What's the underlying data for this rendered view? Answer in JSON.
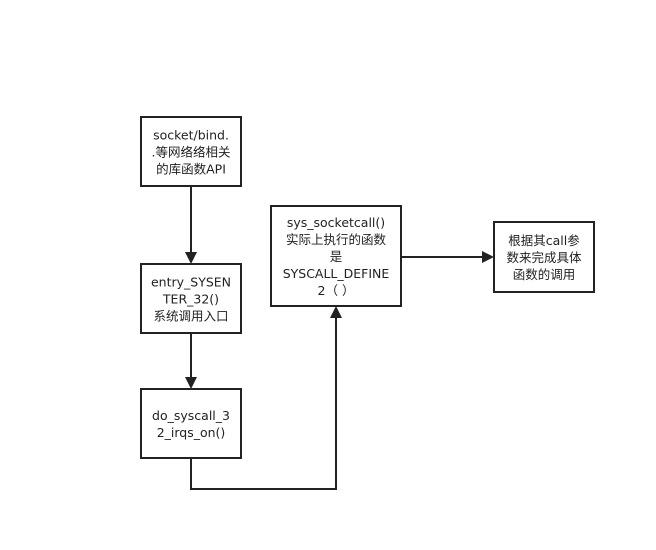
{
  "diagram": {
    "type": "flowchart",
    "nodes": [
      {
        "id": "api",
        "name": "node-socket-bind-api",
        "lines": [
          "socket/bind.",
          ".等网络络相关",
          "的库函数API"
        ]
      },
      {
        "id": "entry",
        "name": "node-entry-sysenter",
        "lines": [
          "entry_SYSEN",
          "TER_32()",
          "系统调用入口"
        ]
      },
      {
        "id": "dosyscall",
        "name": "node-do-syscall",
        "lines": [
          "do_syscall_3",
          "2_irqs_on()"
        ]
      },
      {
        "id": "socketcall",
        "name": "node-sys-socketcall",
        "lines": [
          "sys_socketcall()",
          "实际上执行的函数",
          "是",
          "SYSCALL_DEFINE",
          "2（  ）"
        ]
      },
      {
        "id": "define",
        "name": "node-call-params",
        "lines": [
          "根据其call参",
          "数来完成具体",
          "函数的调用"
        ]
      }
    ],
    "edges": [
      {
        "from": "api",
        "to": "entry"
      },
      {
        "from": "entry",
        "to": "dosyscall"
      },
      {
        "from": "dosyscall",
        "to": "socketcall"
      },
      {
        "from": "socketcall",
        "to": "define"
      }
    ]
  }
}
